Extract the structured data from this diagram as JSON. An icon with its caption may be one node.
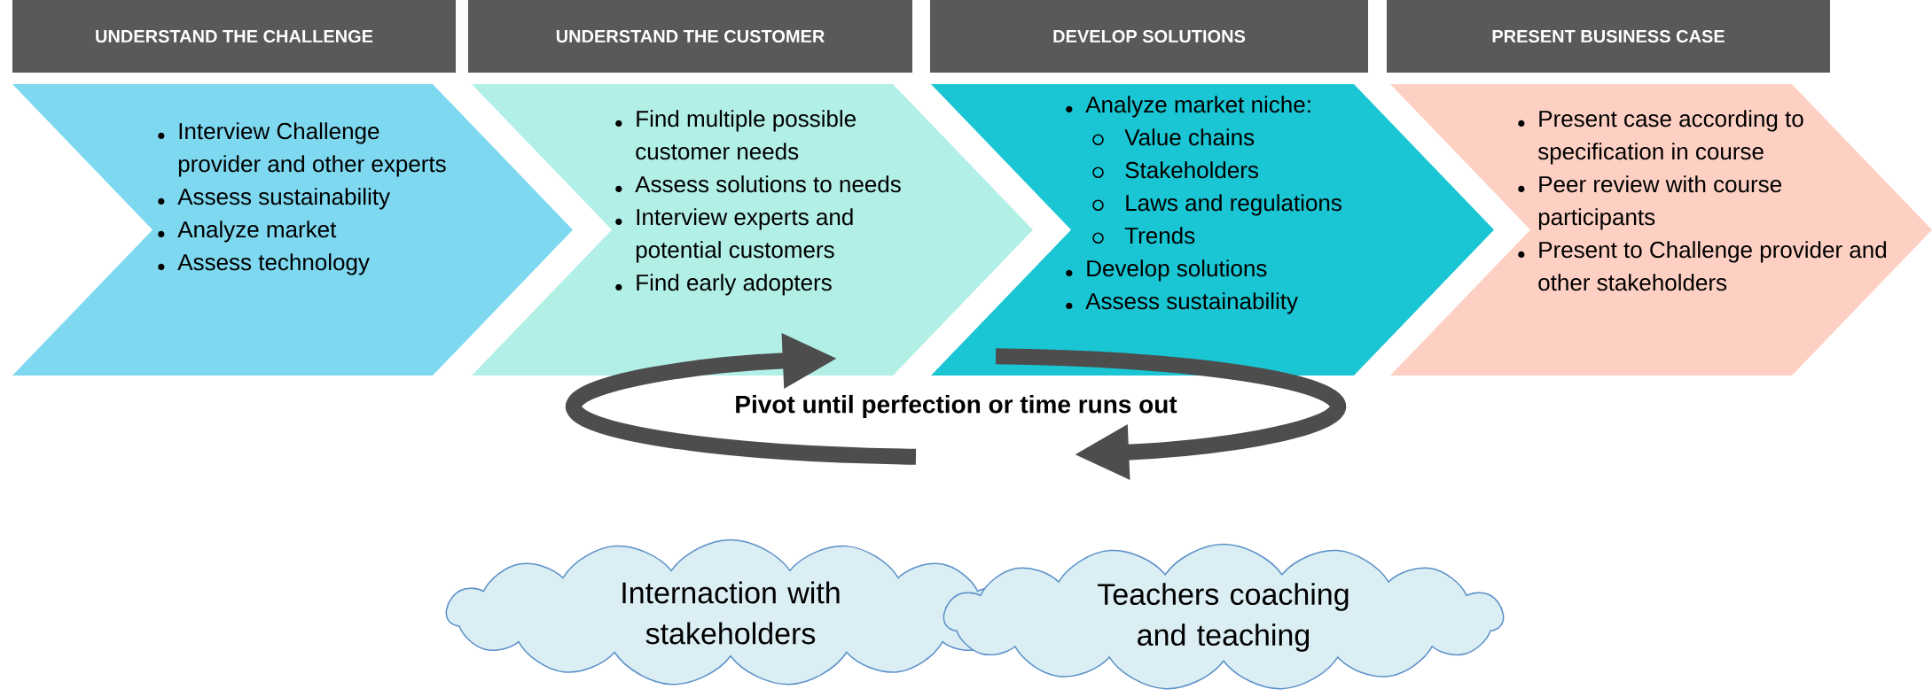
{
  "diagram": {
    "nodes": [
      {
        "text": [
          "UNDERSTAND THE CHALLENGE"
        ]
      },
      {
        "text": [
          "UNDERSTAND THE CUSTOMER"
        ]
      },
      {
        "text": [
          "DEVELOP SOLUTIONS"
        ]
      },
      {
        "text": [
          "PRESENT BUSINESS CASE"
        ]
      },
      {
        "text": [
          "Interview Challenge provider and other experts",
          "Assess sustainability",
          "Analyze market",
          "Assess technology"
        ]
      },
      {
        "text": [
          "Find multiple possible customer needs",
          "Assess solutions to needs",
          "Interview experts and potential customers",
          "Find early adopters"
        ]
      },
      {
        "text": [
          "Analyze market niche:",
          "Value chains",
          "Stakeholders",
          "Laws and regulations",
          "Trends",
          "Develop solutions",
          "Assess sustainability"
        ]
      },
      {
        "text": [
          "Present case according to specification in course",
          "Peer review with course participants",
          "Present to Challenge provider and other stakeholders"
        ]
      },
      {
        "text": [
          "Internaction with stakeholders"
        ]
      },
      {
        "text": [
          "Teachers coaching and teaching"
        ]
      }
    ],
    "labels": [
      "Pivot until perfection or time runs out"
    ]
  }
}
